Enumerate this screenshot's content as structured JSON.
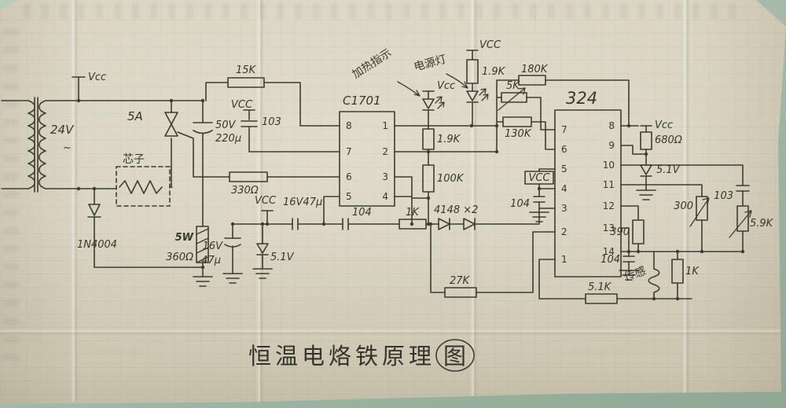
{
  "colors": {
    "ink": "#3e3c33",
    "paper": "#d7d2bf",
    "backdrop": "#a7bcaa"
  },
  "labels": {
    "vcc_main": "Vcc",
    "v24": "24V",
    "ac_tilde": "~",
    "triac_5a": "5A",
    "cap50v": "50V",
    "cap220u": "220μ",
    "heater": "芯子",
    "diode_1n4004": "1N4004",
    "r5w": "5W",
    "r360": "360Ω",
    "r330": "330Ω",
    "r15k": "15K",
    "vcc_103": "VCC",
    "c103": "103",
    "ic1_name": "C1701",
    "note_heat": "加热指示",
    "vcc_led1": "Vcc",
    "r19k_a": "1.9K",
    "r100k": "100K",
    "c104_a": "104",
    "vcc_cap": "VCC",
    "c16v47": "16V47μ",
    "c16v": "16V",
    "c47u": "47μ",
    "z51_a": "5.1V",
    "r1k_a": "1K",
    "d4148": "4148 ×2",
    "r27k": "27K",
    "vcc_top": "VCC",
    "r19k_b": "1.9K",
    "note_power": "电源灯",
    "pot5k": "5K",
    "r180k": "180K",
    "r130k": "130K",
    "ic2_name": "324",
    "vcc_680": "Vcc",
    "r680": "680Ω",
    "z51_b": "5.1V",
    "vcc_box": "VCC",
    "c104_b": "104",
    "pot300": "300",
    "c103_b": "103",
    "r59k": "5.9K",
    "r390": "390",
    "c104_c": "104",
    "r1k_b": "1K",
    "r51k": "5.1K",
    "sensor": "传感"
  },
  "ic1": {
    "pins_left": [
      "8",
      "7",
      "6",
      "5"
    ],
    "pins_right": [
      "1",
      "2",
      "3",
      "4"
    ]
  },
  "ic2": {
    "pins_left": [
      "7",
      "6",
      "5",
      "4",
      "3",
      "2",
      "1"
    ],
    "pins_right": [
      "8",
      "9",
      "10",
      "11",
      "12",
      "13",
      "14"
    ]
  },
  "title": {
    "main": "恒温电烙铁原理",
    "circled": "图"
  }
}
